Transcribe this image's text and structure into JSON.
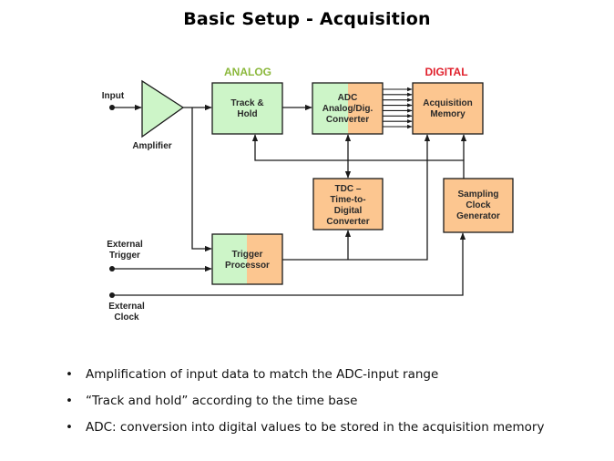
{
  "title": "Basic Setup - Acquisition",
  "colors": {
    "analog": "#8bb83c",
    "digital": "#e0202c",
    "analog_fill": "#cdf5c8",
    "digital_fill": "#fcc690",
    "line": "#1a1a1a"
  },
  "diagram": {
    "section_labels": {
      "analog": "ANALOG",
      "digital": "DIGITAL"
    },
    "inputs": {
      "input": "Input",
      "external_trigger": [
        "External",
        "Trigger"
      ],
      "external_clock": [
        "External",
        "Clock"
      ]
    },
    "amplifier": {
      "label": "Amplifier"
    },
    "blocks": {
      "track_hold": [
        "Track &",
        "Hold"
      ],
      "adc": [
        "ADC",
        "Analog/Dig.",
        "Converter"
      ],
      "acquisition_memory": [
        "Acquisition",
        "Memory"
      ],
      "tdc": [
        "TDC –",
        "Time-to-",
        "Digital",
        "Converter"
      ],
      "sampling_clock": [
        "Sampling",
        "Clock",
        "Generator"
      ],
      "trigger_processor": [
        "Trigger",
        "Processor"
      ]
    },
    "adc_bus_lines": 8
  },
  "bullets": [
    "Amplification of input data to match the ADC-input range",
    "“Track and hold” according to the time base",
    "ADC: conversion into digital values to be stored in the acquisition memory"
  ],
  "bullet_glyph": "•"
}
